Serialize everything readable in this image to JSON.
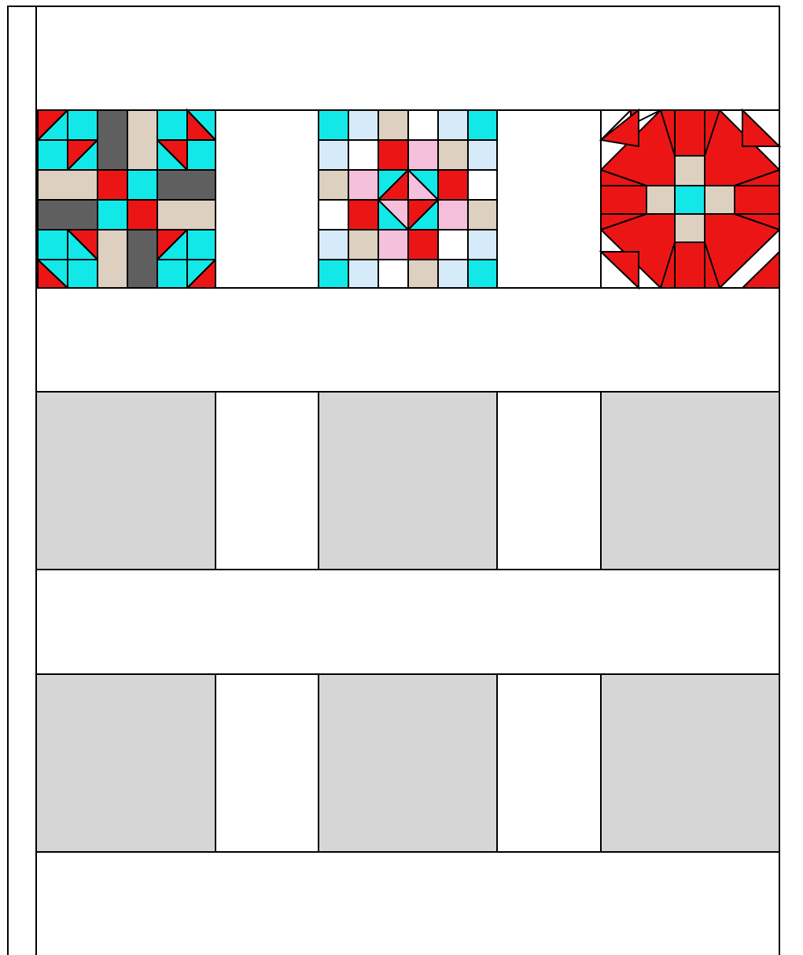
{
  "colors": {
    "outline": "#000000",
    "background": "#ffffff",
    "empty_block": "#d6d6d6",
    "cyan": "#13e8e8",
    "red": "#ec1515",
    "tan": "#ddd0c0",
    "gray": "#5f5f5f",
    "light_blue": "#d6ebf9",
    "pink": "#f4c0dc"
  },
  "layout_grid": {
    "block_rows": 3,
    "block_columns": 3,
    "filled_blocks": [
      {
        "row": 1,
        "col": 1,
        "pattern": "pinwheel-block"
      },
      {
        "row": 1,
        "col": 2,
        "pattern": "diamond-in-square-block"
      },
      {
        "row": 1,
        "col": 3,
        "pattern": "red-star-block"
      }
    ],
    "empty_blocks": 6
  }
}
